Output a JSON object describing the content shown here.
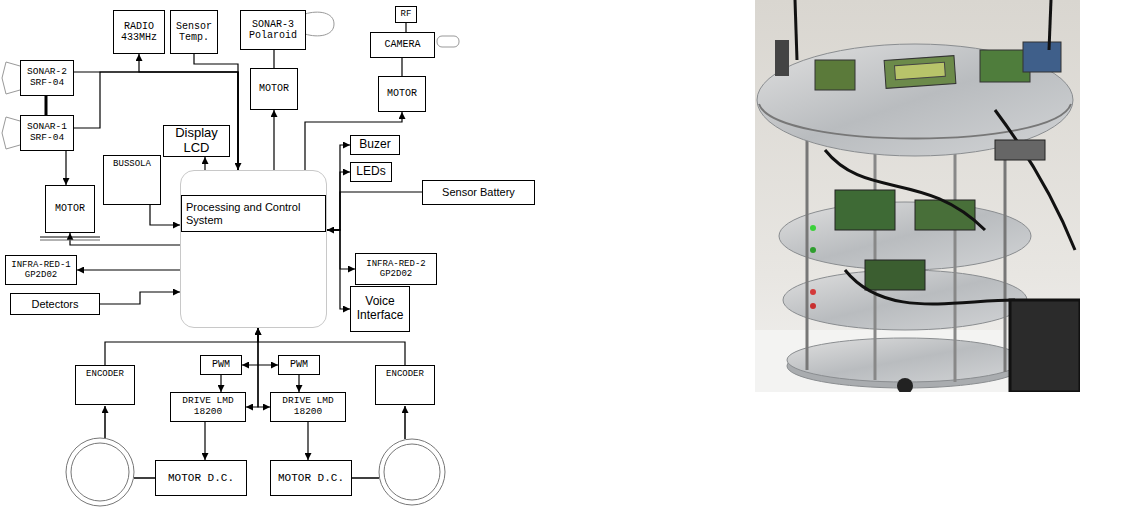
{
  "diagram": {
    "nodes": [
      {
        "text": [
          "RADIO 433MHz"
        ]
      },
      {
        "text": [
          "Sensor Temp."
        ]
      },
      {
        "text": [
          "SONAR-3 Polaroid"
        ]
      },
      {
        "text": [
          "RF"
        ]
      },
      {
        "text": [
          "CAMERA"
        ]
      },
      {
        "text": [
          "SONAR-2 SRF-04"
        ]
      },
      {
        "text": [
          "SONAR-1 SRF-04"
        ]
      },
      {
        "text": [
          "MOTOR"
        ]
      },
      {
        "text": [
          "MOTOR"
        ]
      },
      {
        "text": [
          "Display LCD"
        ]
      },
      {
        "text": [
          "Buzer"
        ]
      },
      {
        "text": [
          "BUSSOLA"
        ]
      },
      {
        "text": [
          "Processing and Control System"
        ]
      },
      {
        "text": [
          "LEDs"
        ]
      },
      {
        "text": [
          "Sensor Battery"
        ]
      },
      {
        "text": [
          "MOTOR"
        ]
      },
      {
        "text": [
          "INFRA-RED-1 GP2D02"
        ]
      },
      {
        "text": [
          "INFRA-RED-2 GP2D02"
        ]
      },
      {
        "text": [
          "Detectors"
        ]
      },
      {
        "text": [
          "Voice Interface"
        ]
      },
      {
        "text": [
          "ENCODER"
        ]
      },
      {
        "text": [
          "PWM"
        ]
      },
      {
        "text": [
          "PWM"
        ]
      },
      {
        "text": [
          "ENCODER"
        ]
      },
      {
        "text": [
          "DRIVE LMD 18200"
        ]
      },
      {
        "text": [
          "DRIVE LMD 18200"
        ]
      },
      {
        "text": [
          "MOTOR D.C."
        ]
      },
      {
        "text": [
          "MOTOR D.C."
        ]
      }
    ],
    "edges": [
      {
        "from": 12,
        "to": 0,
        "arrow": "to"
      },
      {
        "from": 1,
        "to": 12,
        "arrow": "to"
      },
      {
        "from": 2,
        "to": 7,
        "arrow": "none"
      },
      {
        "from": 12,
        "to": 7,
        "arrow": "to"
      },
      {
        "from": 3,
        "to": 4,
        "arrow": "none"
      },
      {
        "from": 4,
        "to": 8,
        "arrow": "none"
      },
      {
        "from": 12,
        "to": 8,
        "arrow": "to"
      },
      {
        "from": 12,
        "to": 9,
        "arrow": "to"
      },
      {
        "from": 5,
        "to": 12,
        "arrow": "none"
      },
      {
        "from": 6,
        "to": 12,
        "arrow": "none"
      },
      {
        "from": 5,
        "to": 6,
        "arrow": "none"
      },
      {
        "from": 6,
        "to": 15,
        "arrow": "to"
      },
      {
        "from": 12,
        "to": 15,
        "arrow": "to"
      },
      {
        "from": 11,
        "to": 12,
        "arrow": "to"
      },
      {
        "from": 12,
        "to": 16,
        "arrow": "to"
      },
      {
        "from": 18,
        "to": 12,
        "arrow": "to"
      },
      {
        "from": 12,
        "to": 10,
        "arrow": "to"
      },
      {
        "from": 12,
        "to": 13,
        "arrow": "to"
      },
      {
        "from": 14,
        "to": 12,
        "arrow": "to"
      },
      {
        "from": 12,
        "to": 17,
        "arrow": "to"
      },
      {
        "from": 12,
        "to": 19,
        "arrow": "to"
      },
      {
        "from": 20,
        "to": 12,
        "arrow": "to"
      },
      {
        "from": 23,
        "to": 12,
        "arrow": "to"
      },
      {
        "from": 21,
        "to": 22,
        "arrow": "both"
      },
      {
        "from": 12,
        "to": 24,
        "arrow": "to"
      },
      {
        "from": 12,
        "to": 25,
        "arrow": "to"
      },
      {
        "from": 21,
        "to": 24,
        "arrow": "to"
      },
      {
        "from": 22,
        "to": 25,
        "arrow": "to"
      },
      {
        "from": 24,
        "to": 26,
        "arrow": "to"
      },
      {
        "from": 25,
        "to": 27,
        "arrow": "to"
      }
    ]
  }
}
